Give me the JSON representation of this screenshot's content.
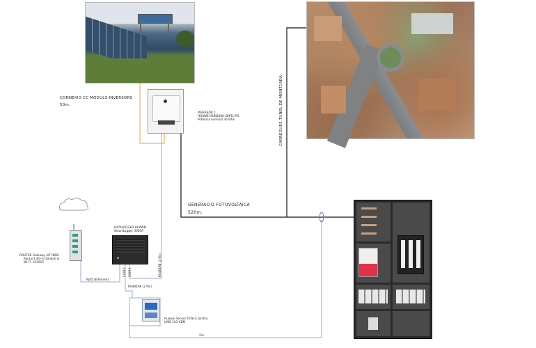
{
  "connexio": {
    "title": "CONNEXIO CC MODULS-INVERSORS",
    "length": "50m."
  },
  "inversor": {
    "name": "INVERSOR 1",
    "model": "HUAWEI SUN2000-36KTL-M3",
    "power": "Potència nominal 36 kWn"
  },
  "carregues": {
    "label": "CARREGUES TUNEL DE MONTCADA"
  },
  "generacio": {
    "title": "GENERACIO FOTOVOLTAICA",
    "length": "520m."
  },
  "datalogger": {
    "name": "DATALOGGER HUAWEI",
    "model": "SmartLogger 3000A"
  },
  "router": {
    "line1": "ROUTER Gateway IoT INSN",
    "line2": "Router3 4G-G (Global) &",
    "line3": "Wi-Fi - IR2915"
  },
  "cables": {
    "rj45": "RJ45 (Ethernet)",
    "com2": "COM 2",
    "com1": "COM 1",
    "rs485_inverter": "RS485AB (2 fils)",
    "rs485_sensor": "RS485AB (2 fils)"
  },
  "sensor": {
    "line1": "Huawei Sensor Trifàsic Janitza",
    "line2": "UMG 103-CBM"
  },
  "meter_run": {
    "length": "2m."
  },
  "colors": {
    "dc_cable": "#f0a030",
    "comm_cable": "#9aa8d8",
    "ac_cable": "#111111",
    "cabinet": "#2a2a2a"
  }
}
